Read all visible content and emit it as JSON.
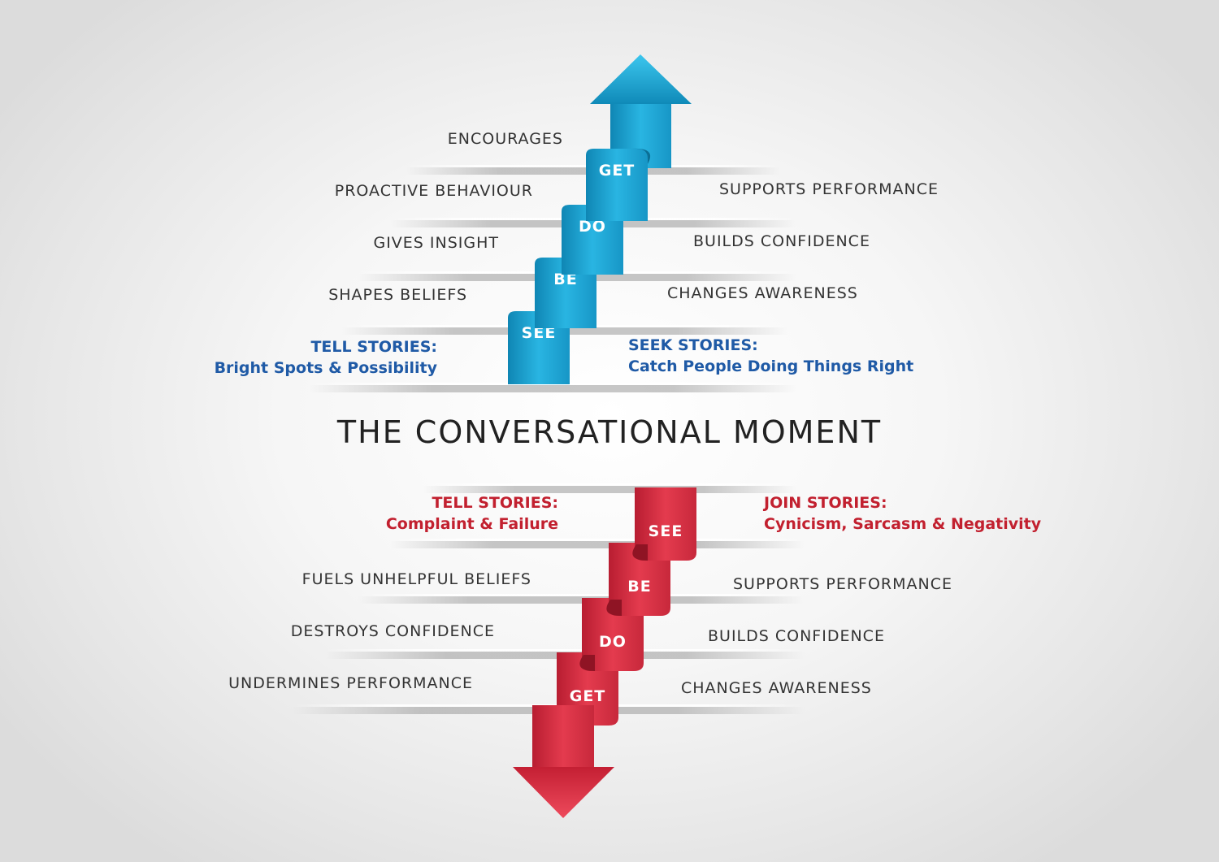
{
  "title": "THE CONVERSATIONAL MOMENT",
  "colors": {
    "blue_light": "#29b5e2",
    "blue_dark": "#0f86b4",
    "red_light": "#e43b4e",
    "red_dark": "#b81d31",
    "story_blue": "#1f5aa6",
    "story_red": "#c2202f",
    "label_text": "#333333"
  },
  "positive": {
    "steps": [
      "GET",
      "DO",
      "BE",
      "SEE"
    ],
    "left_labels": [
      "ENCOURAGES",
      "PROACTIVE BEHAVIOUR",
      "GIVES INSIGHT",
      "SHAPES BELIEFS"
    ],
    "right_labels": [
      "SUPPORTS PERFORMANCE",
      "BUILDS CONFIDENCE",
      "CHANGES AWARENESS"
    ],
    "tell_stories": {
      "heading": "TELL STORIES:",
      "text": "Bright Spots & Possibility"
    },
    "seek_stories": {
      "heading": "SEEK STORIES:",
      "text": "Catch People Doing Things Right"
    },
    "arrow_icon": "up-arrow-icon"
  },
  "negative": {
    "steps": [
      "SEE",
      "BE",
      "DO",
      "GET"
    ],
    "left_labels": [
      "FUELS UNHELPFUL BELIEFS",
      "DESTROYS CONFIDENCE",
      "UNDERMINES PERFORMANCE"
    ],
    "right_labels": [
      "SUPPORTS PERFORMANCE",
      "BUILDS CONFIDENCE",
      "CHANGES AWARENESS"
    ],
    "tell_stories": {
      "heading": "TELL STORIES:",
      "text": "Complaint & Failure"
    },
    "join_stories": {
      "heading": "JOIN STORIES:",
      "text": "Cynicism, Sarcasm & Negativity"
    },
    "arrow_icon": "down-arrow-icon"
  }
}
